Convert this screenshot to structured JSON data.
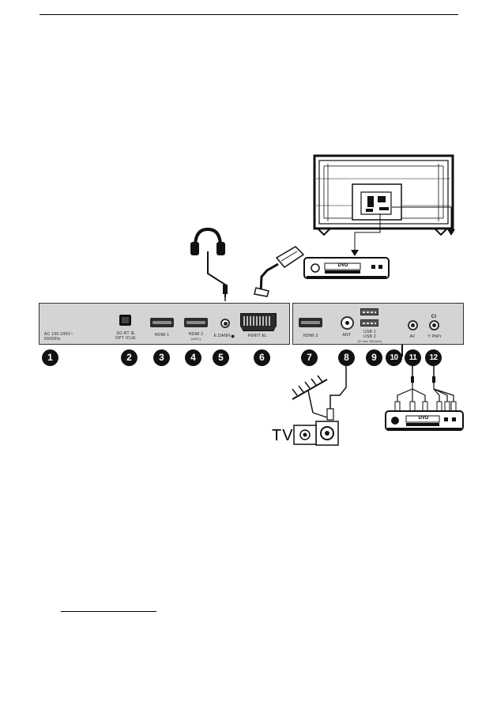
{
  "panel_labels": {
    "ac": "AC 100-240V~",
    "ac_freq": "50/60Hz",
    "spdif": "SO RT IE",
    "spdif_2": "OPT ICUE",
    "hdmi1": "HDMI 1",
    "hdmi2": "HDMI 2",
    "hdmi2_sub": "(ARC)",
    "earphone": "E.DANH",
    "scart": "PERIT EL",
    "hdmi3": "HDMI 3",
    "ant": "ANT",
    "usb1": "USB 1",
    "usb2": "USB 2",
    "usb2_sub": "(5 Vee 500mA)",
    "ci": "CI",
    "av": "AV",
    "ypbpr": "Y PbPr"
  },
  "dvd_labels": {
    "top_dvd": "DVD",
    "bottom_dvd": "DVD"
  },
  "tv_caption": "TV",
  "badges": [
    "1",
    "2",
    "3",
    "4",
    "5",
    "6",
    "7",
    "8",
    "9",
    "10",
    "11",
    "12"
  ]
}
